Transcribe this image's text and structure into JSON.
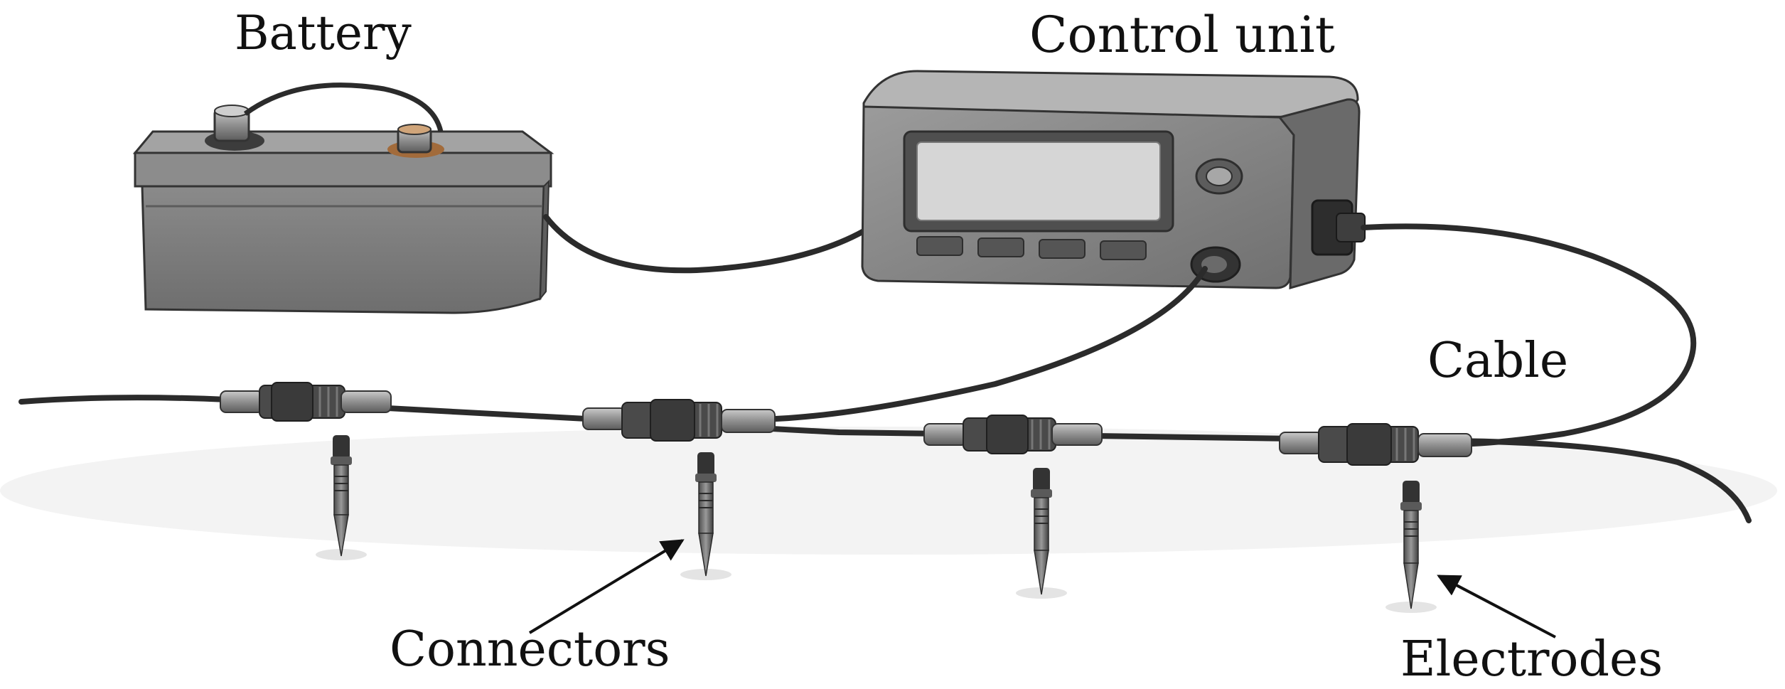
{
  "labels": {
    "battery": "Battery",
    "control_unit": "Control unit",
    "cable": "Cable",
    "connectors": "Connectors",
    "electrodes": "Electrodes"
  },
  "colors": {
    "device_body": "#7a7a7a",
    "device_dark": "#4a4a4a",
    "screen": "#d6d6d6",
    "cable": "#2b2b2b",
    "metal": "#9a9a9a",
    "terminal_copper": "#b8875a"
  },
  "icons": {
    "battery": "battery-icon",
    "control_unit": "control-unit-icon",
    "connector": "cable-connector-icon",
    "electrode": "electrode-spike-icon"
  }
}
